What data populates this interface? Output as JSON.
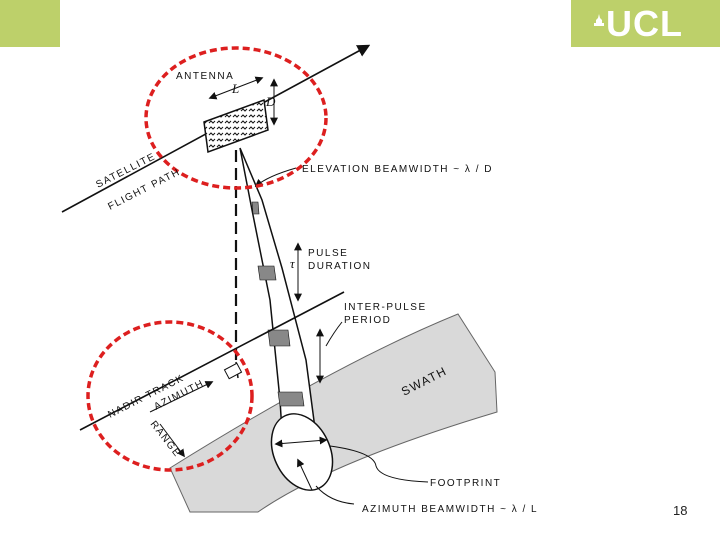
{
  "logo": {
    "text": "UCL"
  },
  "labels": {
    "antenna": "ANTENNA",
    "length_symbol": "L",
    "depth_symbol": "D",
    "satellite": "SATELLITE",
    "flight_path": "FLIGHT PATH",
    "elevation_beamwidth": "ELEVATION BEAMWIDTH ~ λ / D",
    "pulse": "PULSE",
    "duration": "DURATION",
    "tau_symbol": "τ",
    "inter_pulse": "INTER-PULSE",
    "period": "PERIOD",
    "swath": "SWATH",
    "nadir_track": "NADIR TRACK",
    "azimuth": "AZIMUTH",
    "range": "RANGE",
    "footprint": "FOOTPRINT",
    "azimuth_beamwidth": "AZIMUTH BEAMWIDTH ~ λ / L"
  },
  "page": {
    "number": "18"
  },
  "colors": {
    "accent_bar": "#bdd06a",
    "highlight_circle": "#dd1f1f",
    "swath": "#d9d9d9"
  }
}
